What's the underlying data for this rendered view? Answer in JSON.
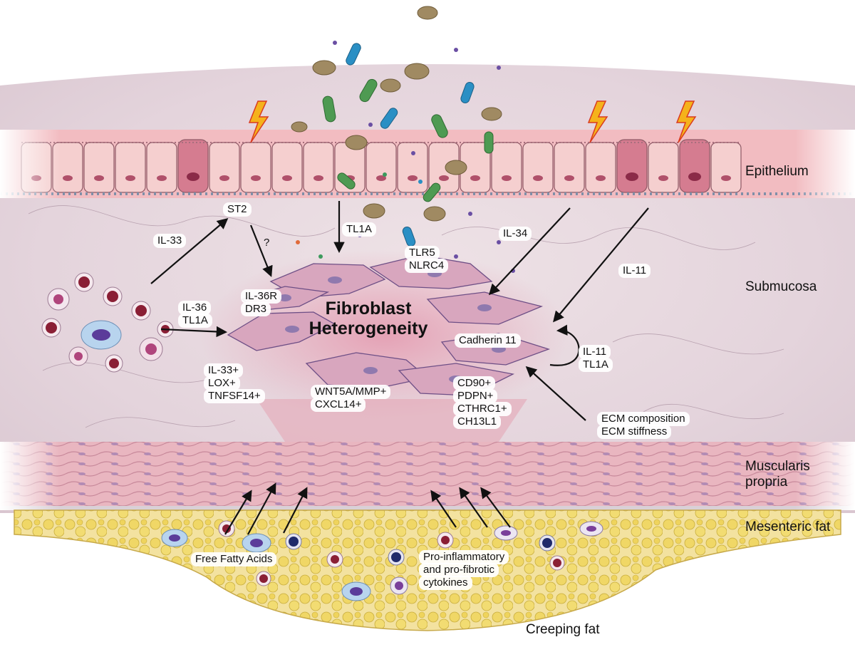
{
  "layers": {
    "epithelium": "Epithelium",
    "submucosa": "Submucosa",
    "muscularis_line1": "Muscularis",
    "muscularis_line2": "propria",
    "mesenteric_fat": "Mesenteric fat",
    "creeping_fat": "Creeping fat"
  },
  "center": {
    "title_line1": "Fibroblast",
    "title_line2": "Heterogeneity"
  },
  "mediators": {
    "il33": "IL-33",
    "st2": "ST2",
    "question": "?",
    "tl1a_top": "TL1A",
    "tlr5": "TLR5",
    "nlrc4": "NLRC4",
    "il34": "IL-34",
    "il11_right": "IL-11",
    "il36": "IL-36",
    "tl1a_left": "TL1A",
    "il36r": "IL-36R",
    "dr3": "DR3",
    "cadherin11": "Cadherin 11",
    "loop_il11": "IL-11",
    "loop_tl1a": "TL1A",
    "ecm_composition": "ECM composition",
    "ecm_stiffness": "ECM stiffness",
    "free_fatty_acids": "Free Fatty Acids",
    "cytokines_line1": "Pro-inflammatory",
    "cytokines_line2": "and pro-fibrotic",
    "cytokines_line3": "cytokines"
  },
  "subsets": {
    "left": [
      "IL-33+",
      "LOX+",
      "TNFSF14+"
    ],
    "middle": [
      "WNT5A/MMP+",
      "CXCL14+"
    ],
    "right": [
      "CD90+",
      "PDPN+",
      "CTHRC1+",
      "CH13L1"
    ]
  },
  "colors": {
    "epithelium_cell": "#f4c6c6",
    "goblet_cell": "#c9667c",
    "submucosa": "#e8dbe1",
    "fibroblast": "#c98ba8",
    "muscle": "#e3aab5",
    "fat": "#f1dc7a",
    "bacteria_green": "#4e9a52",
    "bacteria_blue": "#2a8fc4",
    "lightning": "#f5b21b"
  },
  "icons": {
    "damage": "lightning-bolt-icon",
    "microbe": "bacteria-icon",
    "arrow": "arrow-icon"
  }
}
